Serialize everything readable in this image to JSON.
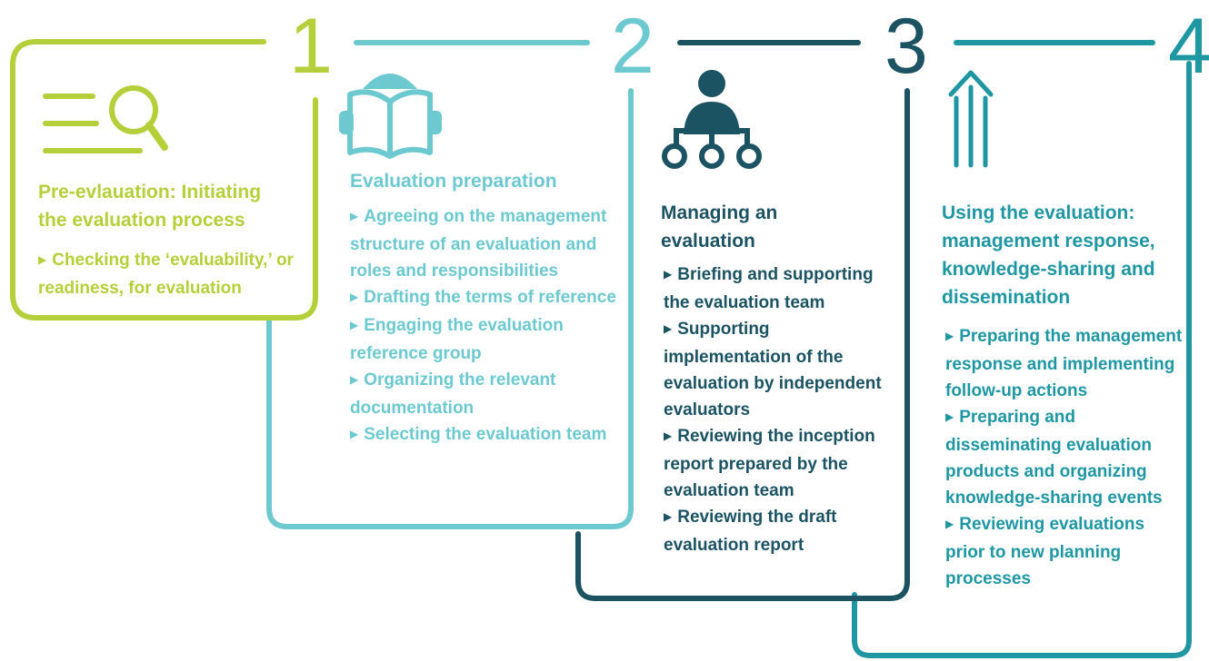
{
  "colors": {
    "step1": "#b5cf3a",
    "step2": "#6cc9cf",
    "step3": "#1b5363",
    "step4": "#1e97a3"
  },
  "steps": [
    {
      "number": "1",
      "icon": "search-list-icon",
      "title": "Pre-evlauation: Initiating\nthe evaluation process",
      "items": [
        "Checking the ‘evaluability,’ or readiness, for evaluation"
      ]
    },
    {
      "number": "2",
      "icon": "book-reader-icon",
      "title": "Evaluation preparation",
      "items": [
        "Agreeing on the management structure of an evaluation and roles and responsibilities",
        "Drafting the terms of reference",
        "Engaging the evaluation reference group",
        "Organizing the relevant documentation",
        "Selecting the evaluation team"
      ]
    },
    {
      "number": "3",
      "icon": "person-network-icon",
      "title": "Managing an\nevaluation",
      "items": [
        "Briefing and supporting the evaluation team",
        "Supporting implementation of the evaluation by independent evaluators",
        "Reviewing the inception report prepared by the evaluation team",
        "Reviewing the draft evaluation report"
      ]
    },
    {
      "number": "4",
      "icon": "arrow-up-lines-icon",
      "title": "Using the evaluation:\nmanagement response,\nknowledge-sharing and\ndissemination",
      "items": [
        "Preparing the management response and implementing follow-up actions",
        "Preparing and disseminating evaluation products and organizing knowledge-sharing events",
        "Reviewing evaluations prior to new planning processes"
      ]
    }
  ]
}
